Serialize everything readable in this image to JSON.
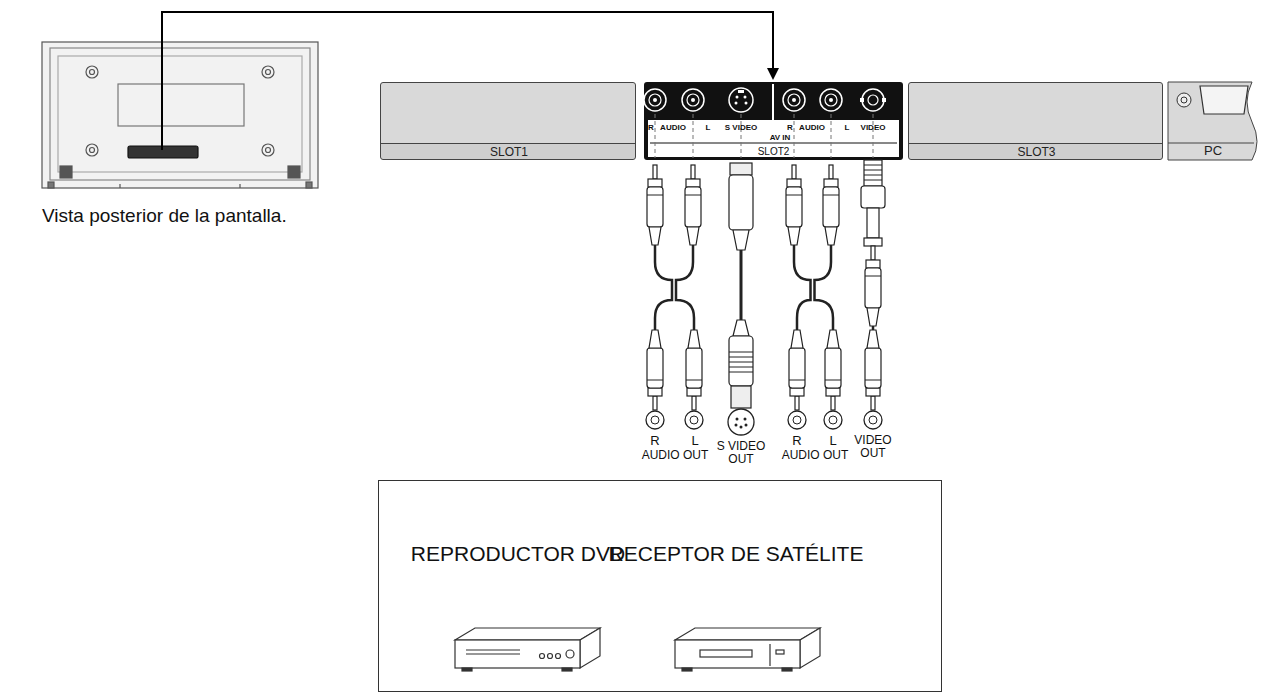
{
  "diagram": {
    "nodes": [
      {
        "text": [
          "SLOT1"
        ]
      },
      {
        "text": [
          "SLOT2"
        ]
      },
      {
        "text": [
          "SLOT3"
        ]
      },
      {
        "text": [
          "PC"
        ]
      },
      {
        "text": [
          "REPRODUCTOR DVD",
          "RECEPTOR DE SATÉLITE"
        ]
      }
    ],
    "labels": [
      "Vista posterior de la pantalla.",
      "R",
      "AUDIO",
      "L",
      "S VIDEO",
      "R",
      "AUDIO",
      "L",
      "VIDEO",
      "AV IN",
      "R",
      "L",
      "AUDIO OUT",
      "S VIDEO OUT",
      "R",
      "L",
      "AUDIO OUT",
      "VIDEO OUT"
    ]
  }
}
